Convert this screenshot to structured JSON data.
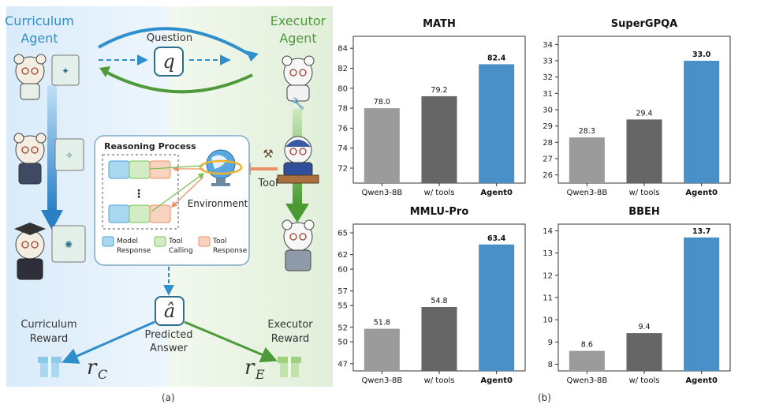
{
  "panel_a": {
    "curriculum_title_line1": "Curriculum",
    "curriculum_title_line2": "Agent",
    "executor_title_line1": "Executor",
    "executor_title_line2": "Agent",
    "question_label": "Question",
    "question_symbol": "q",
    "reasoning_title": "Reasoning Process",
    "environment_label": "Environment",
    "tool_label": "Tool",
    "legend": [
      {
        "line1": "Model",
        "line2": "Response",
        "color": "#a9d8f0",
        "border": "#4aa3d8"
      },
      {
        "line1": "Tool",
        "line2": "Calling",
        "color": "#d4ecc4",
        "border": "#7cc05a"
      },
      {
        "line1": "Tool",
        "line2": "Response",
        "color": "#f8d3c0",
        "border": "#ee8f66"
      }
    ],
    "answer_symbol": "â",
    "predicted_line1": "Predicted",
    "predicted_line2": "Answer",
    "curriculum_reward_line1": "Curriculum",
    "curriculum_reward_line2": "Reward",
    "curriculum_reward_symbol": "r",
    "curriculum_reward_sub": "C",
    "executor_reward_line1": "Executor",
    "executor_reward_line2": "Reward",
    "executor_reward_symbol": "r",
    "executor_reward_sub": "E",
    "caption": "(a)",
    "colors": {
      "curriculum": "#2f8fcc",
      "executor": "#4e9a3a",
      "left_bg": "#e6f1fb",
      "right_bg": "#e9f4e4"
    }
  },
  "panel_b_caption": "(b)",
  "chart_data": [
    {
      "type": "bar",
      "title": "MATH",
      "categories": [
        "Qwen3-8B",
        "w/ tools",
        "Agent0"
      ],
      "values": [
        78.0,
        79.2,
        82.4
      ],
      "value_labels": [
        "78.0",
        "79.2",
        "82.4"
      ],
      "ylim": [
        70.5,
        85.2
      ],
      "yticks": [
        72,
        74,
        76,
        78,
        80,
        82,
        84
      ],
      "colors": [
        "#9b9b9b",
        "#666666",
        "#4a90c8"
      ],
      "highlight": "Agent0"
    },
    {
      "type": "bar",
      "title": "SuperGPQA",
      "categories": [
        "Qwen3-8B",
        "w/ tools",
        "Agent0"
      ],
      "values": [
        28.3,
        29.4,
        33.0
      ],
      "value_labels": [
        "28.3",
        "29.4",
        "33.0"
      ],
      "ylim": [
        25.5,
        34.5
      ],
      "yticks": [
        26,
        27,
        28,
        29,
        30,
        31,
        32,
        33,
        34
      ],
      "colors": [
        "#9b9b9b",
        "#666666",
        "#4a90c8"
      ],
      "highlight": "Agent0"
    },
    {
      "type": "bar",
      "title": "MMLU-Pro",
      "categories": [
        "Qwen3-8B",
        "w/ tools",
        "Agent0"
      ],
      "values": [
        51.8,
        54.8,
        63.4
      ],
      "value_labels": [
        "51.8",
        "54.8",
        "63.4"
      ],
      "ylim": [
        46.0,
        66.2
      ],
      "yticks": [
        47,
        50,
        52,
        55,
        57,
        60,
        62,
        65
      ],
      "ytick_labels": [
        "47",
        "50",
        "52",
        "55",
        "57",
        "60",
        "62",
        "65"
      ],
      "colors": [
        "#9b9b9b",
        "#666666",
        "#4a90c8"
      ],
      "highlight": "Agent0"
    },
    {
      "type": "bar",
      "title": "BBEH",
      "categories": [
        "Qwen3-8B",
        "w/ tools",
        "Agent0"
      ],
      "values": [
        8.6,
        9.4,
        13.7
      ],
      "value_labels": [
        "8.6",
        "9.4",
        "13.7"
      ],
      "ylim": [
        7.7,
        14.3
      ],
      "yticks": [
        8,
        9,
        10,
        11,
        12,
        13,
        14
      ],
      "colors": [
        "#9b9b9b",
        "#666666",
        "#4a90c8"
      ],
      "highlight": "Agent0"
    }
  ]
}
